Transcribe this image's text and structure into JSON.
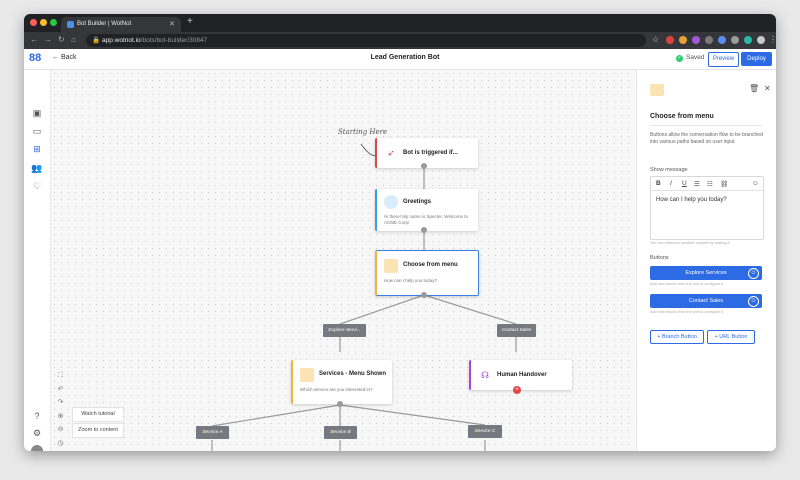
{
  "browser": {
    "tab_title": "Bot Builder | WotNot",
    "new_tab": "+",
    "url_host": "app.wotnot.io",
    "url_path": "/bots/bot-builder/30847"
  },
  "header": {
    "back_label": "Back",
    "page_title": "Lead Generation Bot",
    "saved_label": "Saved",
    "preview_label": "Preview",
    "deploy_label": "Deploy",
    "brand_color": "#2d6be4"
  },
  "canvas": {
    "start_note": "Starting Here",
    "nodes": [
      {
        "title": "Bot is triggered if...",
        "desc": ""
      },
      {
        "title": "Greetings",
        "desc": "Hi there! My name is Specter. Welcome to ACME Corp!"
      },
      {
        "title": "Choose from menu",
        "desc": "How can I help you today?"
      },
      {
        "title": "Services - Menu Shown",
        "desc": "Which service are you interested in?"
      },
      {
        "title": "Human Handover",
        "desc": ""
      }
    ],
    "branch_tags": [
      "Explore Servi...",
      "Contact Sales",
      "Service A",
      "Service B",
      "Service C"
    ],
    "watch_tutorial": "Watch tutorial",
    "zoom_to_content": "Zoom to content"
  },
  "panel": {
    "title": "Choose from menu",
    "description": "Buttons allow the conversation flow to be branched into various paths based on user input",
    "show_message_label": "Show message",
    "message_text": "How can I help you today?",
    "message_hint": "You can reference another variable by adding #",
    "buttons_label": "Buttons",
    "buttons": [
      {
        "label": "Explore Services",
        "hint": "Add new blocks from the port to configure it"
      },
      {
        "label": "Contact Sales",
        "hint": "Add new blocks from the port to configure it"
      }
    ],
    "branch_button": "Branch Button",
    "url_button": "URL Button"
  }
}
